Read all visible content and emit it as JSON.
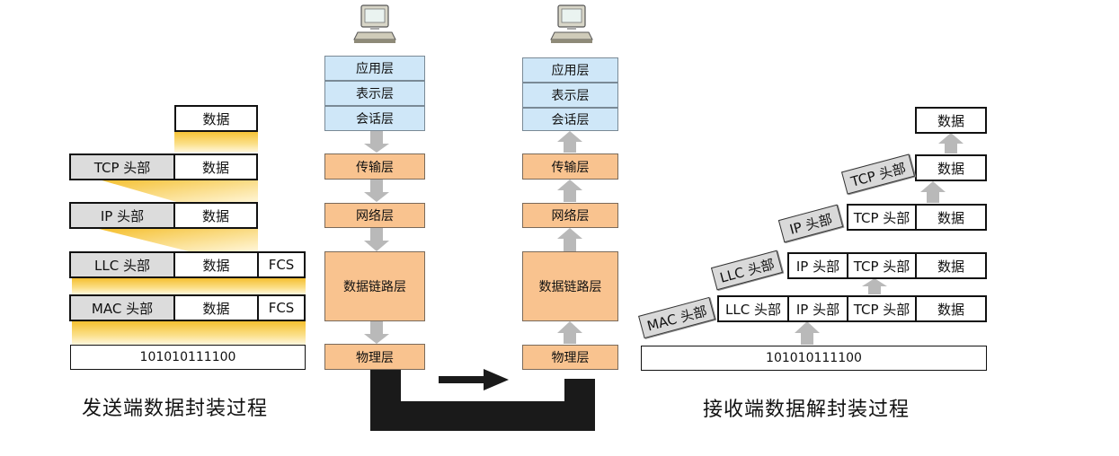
{
  "sender": {
    "caption": "发送端数据封装过程",
    "data_label": "数据",
    "tcp_header": "TCP 头部",
    "ip_header": "IP 头部",
    "llc_header": "LLC 头部",
    "mac_header": "MAC 头部",
    "fcs": "FCS",
    "bits": "101010111100"
  },
  "stack_left": {
    "layers": [
      "应用层",
      "表示层",
      "会话层",
      "传输层",
      "网络层",
      "数据链路层",
      "物理层"
    ]
  },
  "stack_right": {
    "layers": [
      "应用层",
      "表示层",
      "会话层",
      "传输层",
      "网络层",
      "数据链路层",
      "物理层"
    ]
  },
  "receiver": {
    "caption": "接收端数据解封装过程",
    "data_label": "数据",
    "tcp_header": "TCP 头部",
    "ip_header": "IP 头部",
    "llc_header": "LLC 头部",
    "mac_header": "MAC 头部",
    "bits": "101010111100"
  },
  "colors": {
    "upper_layers": "#cfe7f8",
    "lower_layers": "#f9c38f",
    "header_tag": "#d9d9d9",
    "gradient": "#f5c030",
    "cable": "#1a1a1a",
    "arrow": "#b9b9b9"
  },
  "icons": [
    "computer-icon",
    "computer-icon"
  ]
}
